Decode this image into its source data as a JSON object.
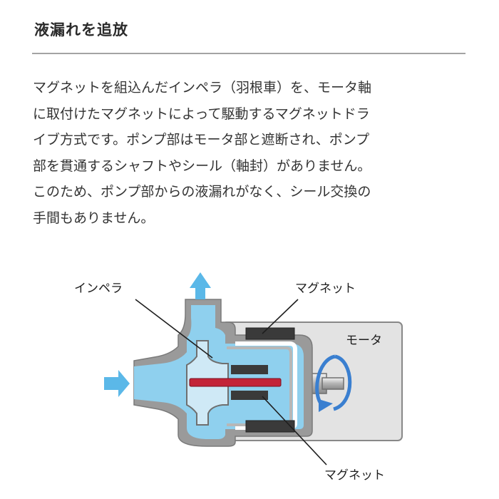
{
  "section": {
    "title": "液漏れを追放"
  },
  "description": {
    "lines": [
      "マグネットを組込んだインペラ（羽根車）を、モータ軸",
      "に取付けたマグネットによって駆動するマグネットドラ",
      "イブ方式です。ポンプ部はモータ部と遮断され、ポンプ",
      "部を貫通するシャフトやシール（軸封）がありません。",
      "このため、ポンプ部からの液漏れがなく、シール交換の",
      "手間もありません。"
    ]
  },
  "diagram": {
    "labels": {
      "impeller": "インペラ",
      "magnet_top": "マグネット",
      "motor": "モータ",
      "magnet_bottom": "マグネット"
    },
    "colors": {
      "liquid": "#8fd0ee",
      "liquid_light": "#cfe9f6",
      "flow_arrow": "#5bb8e8",
      "rotation_arrow": "#3a7fd0",
      "casing": "#9a9a9a",
      "shaft": "#c32438",
      "magnet": "#3a3a3a",
      "motor_body": "#e3e3e3"
    }
  }
}
